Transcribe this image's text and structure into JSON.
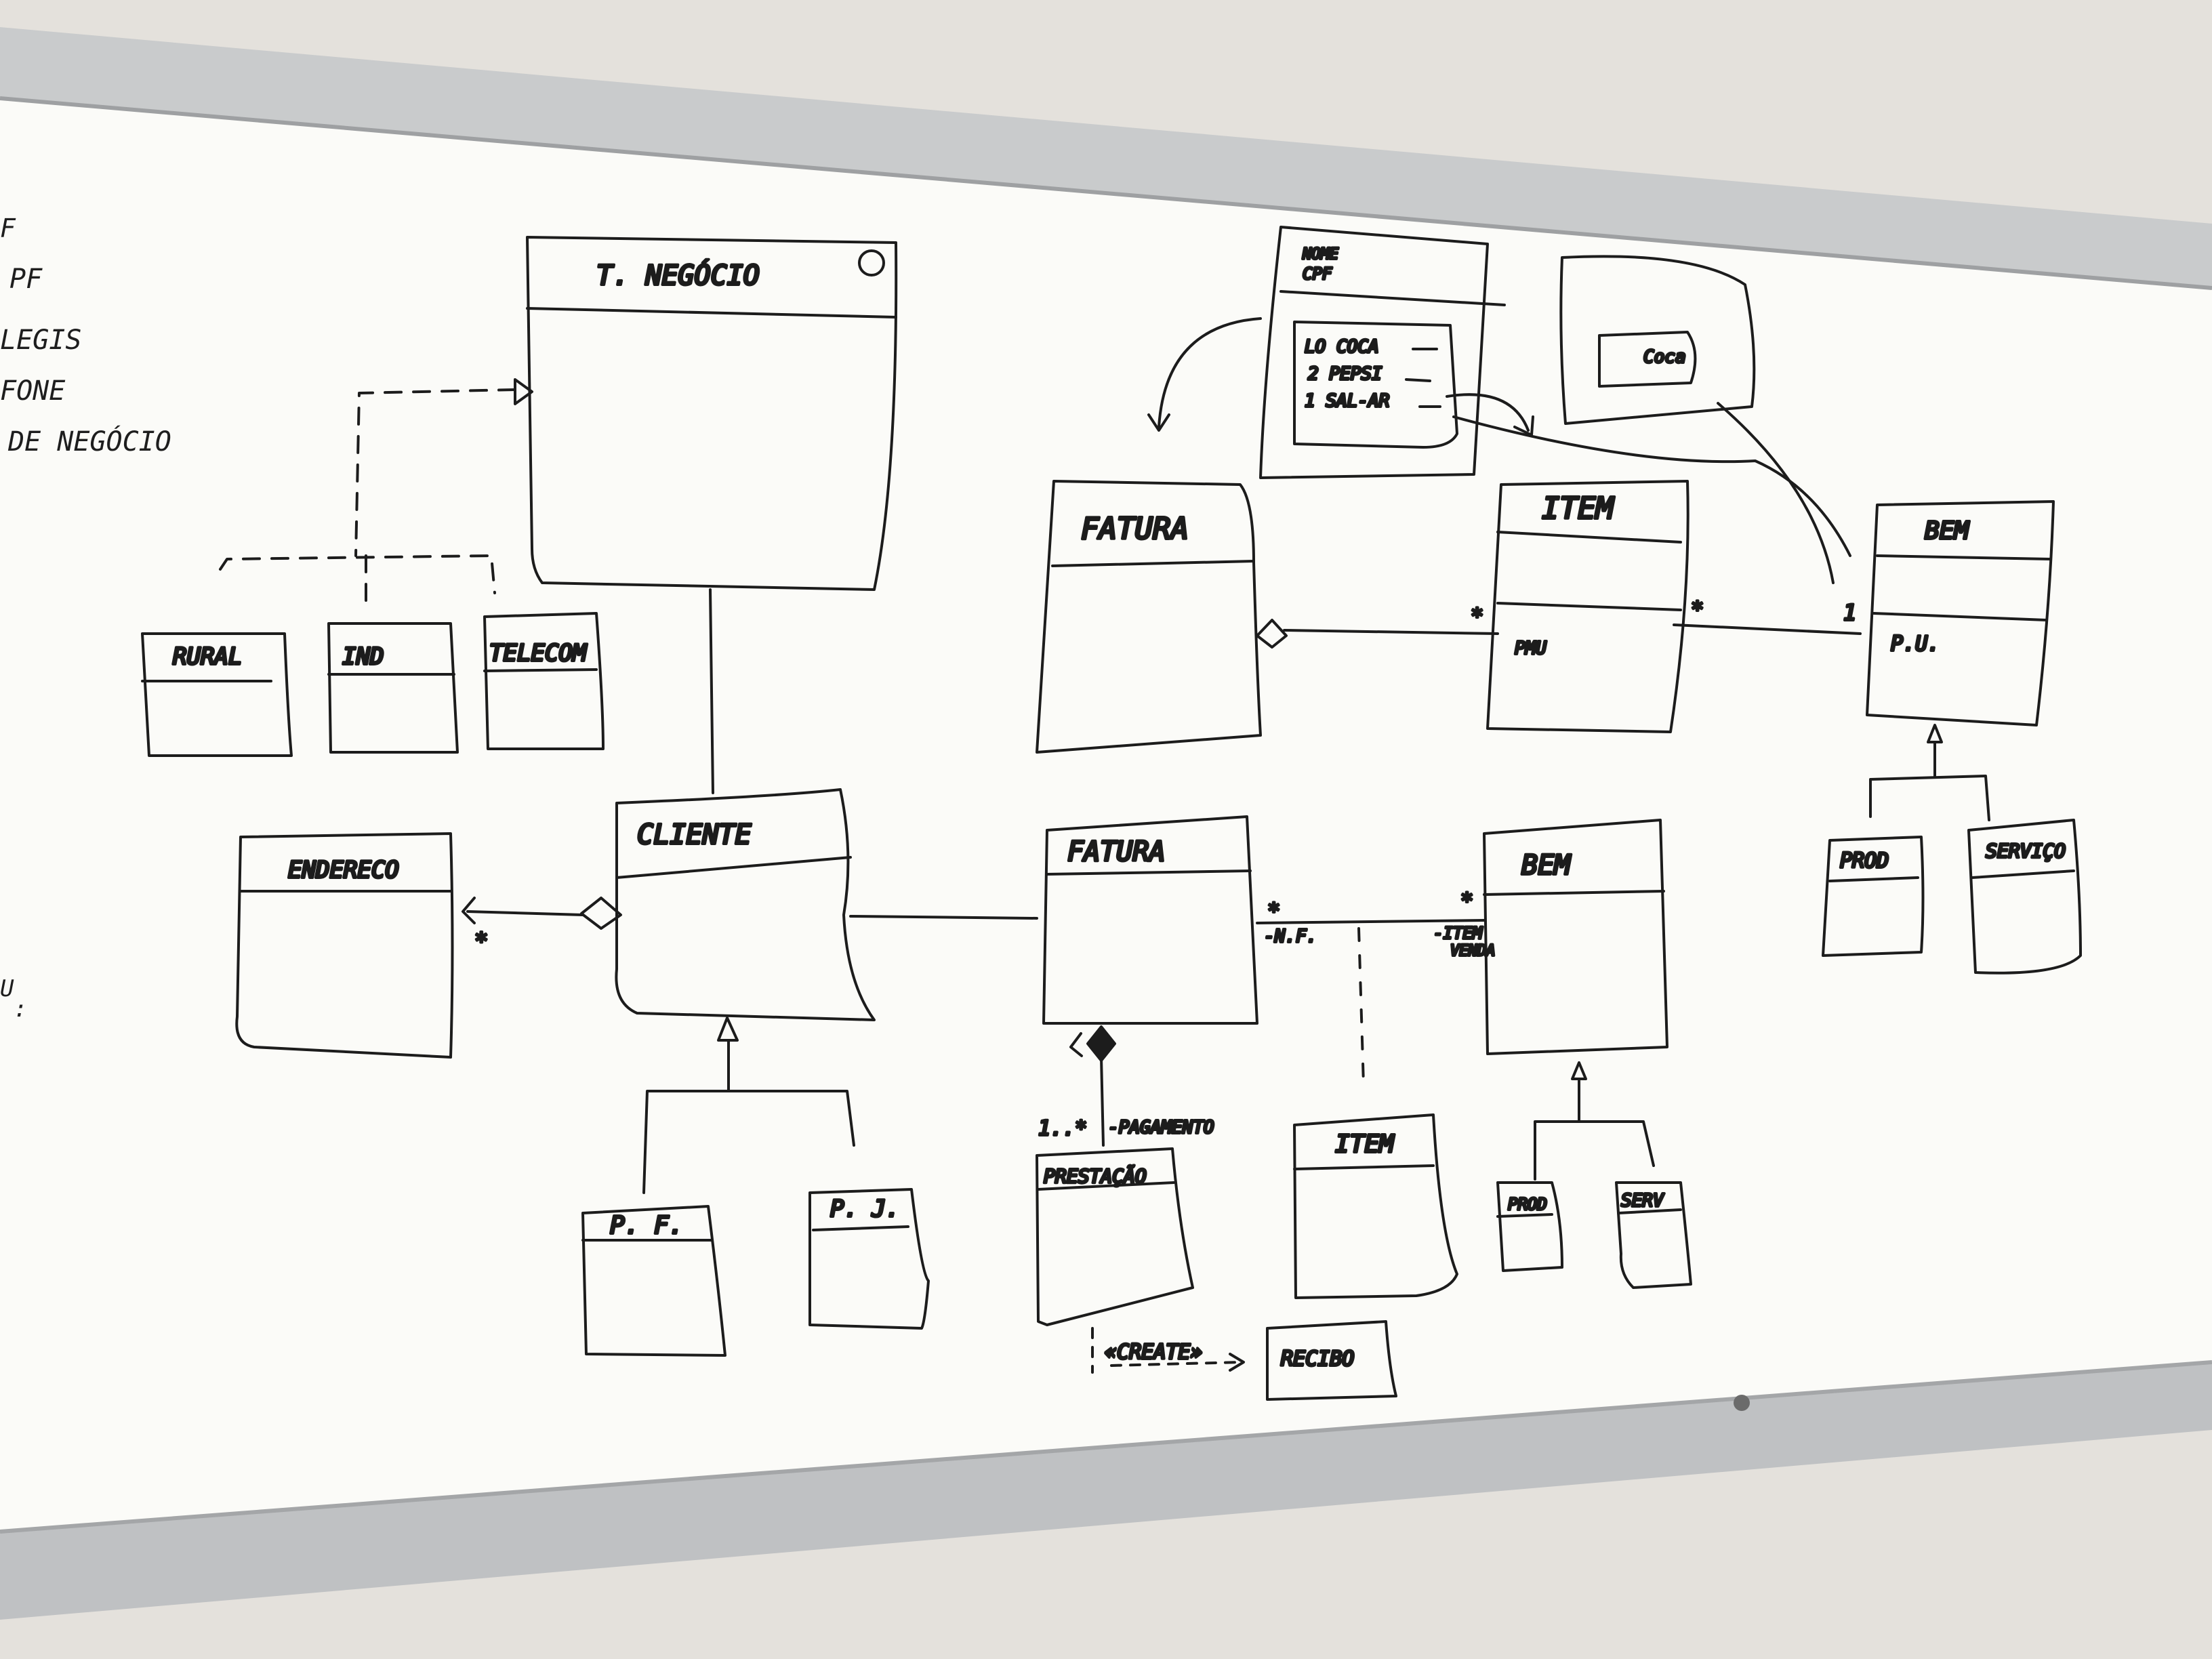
{
  "colors": {
    "wall": "#e4e1dc",
    "board": "#fbfbf8",
    "frame": "#c9cbcc",
    "ink": "#1c1c1c"
  },
  "left_notes": [
    "F",
    "PF",
    "LEGIS",
    "FONE",
    "DE NEGÓCIO",
    "U",
    ":"
  ],
  "classes": {
    "t_negocio": "T. NEGÓCIO",
    "rural": "RURAL",
    "ind": "IND",
    "telecom": "TELECOM",
    "endereco": "ENDERECO",
    "cliente": "CLIENTE",
    "pf": "P. F.",
    "pj": "P. J.",
    "fatura_top": "FATURA",
    "item_top": "ITEM",
    "bem_top": "BEM",
    "fatura": "FATURA",
    "bem": "BEM",
    "prod_right": "PROD",
    "servico": "SERVIÇO",
    "prestacao": "PRESTAÇÃO",
    "item_bottom": "ITEM",
    "prod": "PROD",
    "serv": "SERV",
    "recibo": "RECIBO"
  },
  "attributes": {
    "item_top": "PMU",
    "bem_top": "P.U."
  },
  "object_box": {
    "header": [
      "NOME",
      "CPF"
    ],
    "rows": [
      "LO COCA",
      "2 PEPSI",
      "1 SAL-AR"
    ]
  },
  "small_box": "Coca",
  "multiplicities": {
    "fatura_item": "*",
    "item_bem_left": "*",
    "item_bem_right": "1",
    "cliente_endereco": "*",
    "fatura_bem_left": "*",
    "fatura_bem_right": "*",
    "fatura_prestacao": "1..*"
  },
  "roles": {
    "nf": "-N.F.",
    "item_venda_1": "-ITEM",
    "item_venda_2": "VENDA",
    "pagamento": "-PAGAMENTO",
    "create": "«CREATE»"
  }
}
